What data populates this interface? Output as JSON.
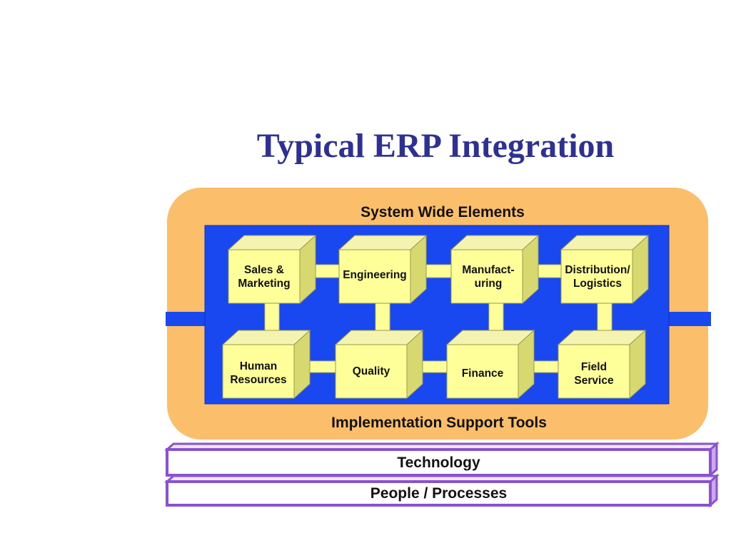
{
  "title": "Typical ERP Integration",
  "outer": {
    "top_label": "System Wide Elements",
    "bottom_label": "Implementation Support Tools"
  },
  "modules": {
    "sales_marketing": "Sales &\nMarketing",
    "engineering": "Engineering",
    "manufacturing": "Manufact-\nuring",
    "distribution_logistics": "Distribution/\nLogistics",
    "human_resources": "Human\nResources",
    "quality": "Quality",
    "finance": "Finance",
    "field_service": "Field\nService"
  },
  "layers": {
    "technology": "Technology",
    "people_processes": "People / Processes"
  },
  "colors": {
    "title": "#2e3192",
    "outer_orange": "#fbbf6c",
    "inner_blue": "#1a48f0",
    "box_front": "#ffff99",
    "box_top": "#f4f4b0",
    "box_side": "#d8d870",
    "layer_border": "#8a52d0"
  }
}
